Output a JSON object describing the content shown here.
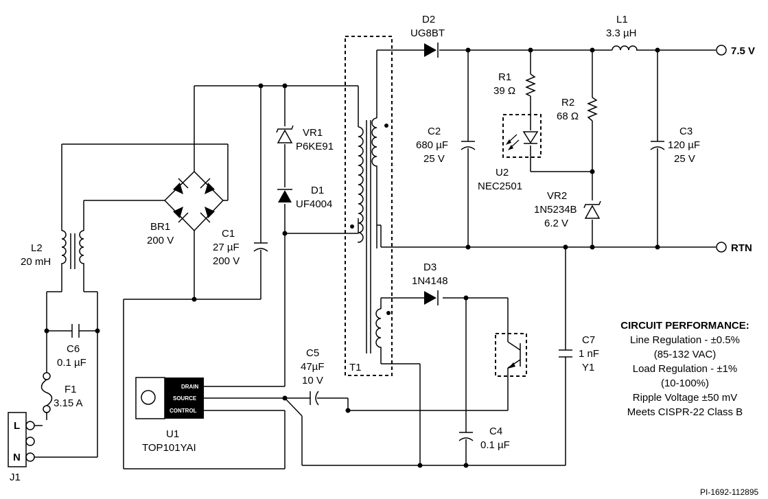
{
  "labels": {
    "D2": {
      "ref": "D2",
      "value": "UG8BT"
    },
    "L1": {
      "ref": "L1",
      "value": "3.3 µH"
    },
    "out_plus": "7.5 V",
    "out_rtn": "RTN",
    "R1": {
      "ref": "R1",
      "value": "39 Ω"
    },
    "R2": {
      "ref": "R2",
      "value": "68 Ω"
    },
    "C2": {
      "ref": "C2",
      "value": "680 µF",
      "voltage": "25 V"
    },
    "C3": {
      "ref": "C3",
      "value": "120 µF",
      "voltage": "25 V"
    },
    "U2": {
      "ref": "U2",
      "value": "NEC2501"
    },
    "VR2": {
      "ref": "VR2",
      "value": "1N5234B",
      "voltage": "6.2 V"
    },
    "VR1": {
      "ref": "VR1",
      "value": "P6KE91"
    },
    "D1": {
      "ref": "D1",
      "value": "UF4004"
    },
    "BR1": {
      "ref": "BR1",
      "value": "200 V"
    },
    "C1": {
      "ref": "C1",
      "value": "27 µF",
      "voltage": "200 V"
    },
    "L2": {
      "ref": "L2",
      "value": "20 mH"
    },
    "C6": {
      "ref": "C6",
      "value": "0.1 µF"
    },
    "F1": {
      "ref": "F1",
      "value": "3.15 A"
    },
    "J1": {
      "ref": "J1",
      "pin_l": "L",
      "pin_n": "N"
    },
    "D3": {
      "ref": "D3",
      "value": "1N4148"
    },
    "T1": {
      "ref": "T1"
    },
    "C5": {
      "ref": "C5",
      "value": "47µF",
      "voltage": "10 V"
    },
    "C7": {
      "ref": "C7",
      "value": "1 nF",
      "rating": "Y1"
    },
    "C4": {
      "ref": "C4",
      "value": "0.1 µF"
    },
    "U1": {
      "ref": "U1",
      "value": "TOP101YAI",
      "pin_drain": "DRAIN",
      "pin_source": "SOURCE",
      "pin_control": "CONTROL"
    }
  },
  "performance": {
    "title": "CIRCUIT PERFORMANCE:",
    "line1": "Line Regulation - ±0.5%",
    "line2": "(85-132 VAC)",
    "line3": "Load Regulation - ±1%",
    "line4": "(10-100%)",
    "line5": "Ripple Voltage ±50 mV",
    "line6": "Meets CISPR-22 Class B"
  },
  "figure_id": "PI-1692-112895"
}
